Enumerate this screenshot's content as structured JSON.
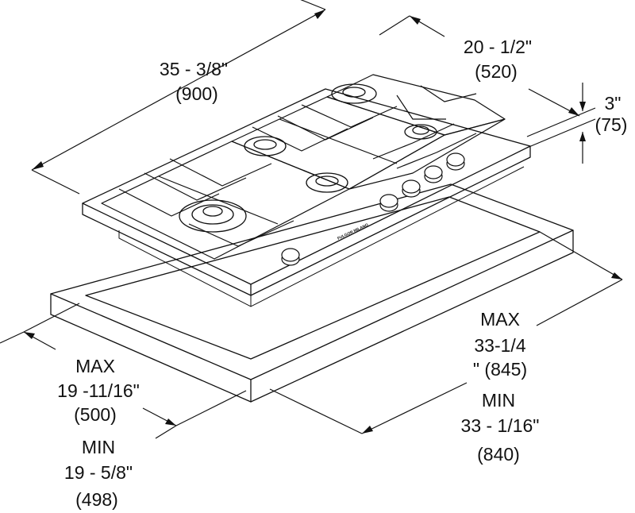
{
  "dimensions": {
    "width": {
      "imperial": "35 - 3/8\"",
      "metric": "(900)"
    },
    "depth": {
      "imperial": "20 - 1/2\"",
      "metric": "(520)"
    },
    "height": {
      "imperial": "3\"",
      "metric": "(75)"
    },
    "cutout_depth": {
      "max_label": "MAX",
      "max_imperial": "19 -11/16\"",
      "max_metric": "(500)",
      "min_label": "MIN",
      "min_imperial": "19 - 5/8\"",
      "min_metric": "(498)"
    },
    "cutout_width": {
      "max_label": "MAX",
      "max_imperial_a": "33-1/4",
      "max_imperial_b": "\" (845)",
      "min_label": "MIN",
      "min_imperial": "33 - 1/16\"",
      "min_metric": "(840)"
    }
  },
  "brand_mark": "FULGOR MILANO"
}
